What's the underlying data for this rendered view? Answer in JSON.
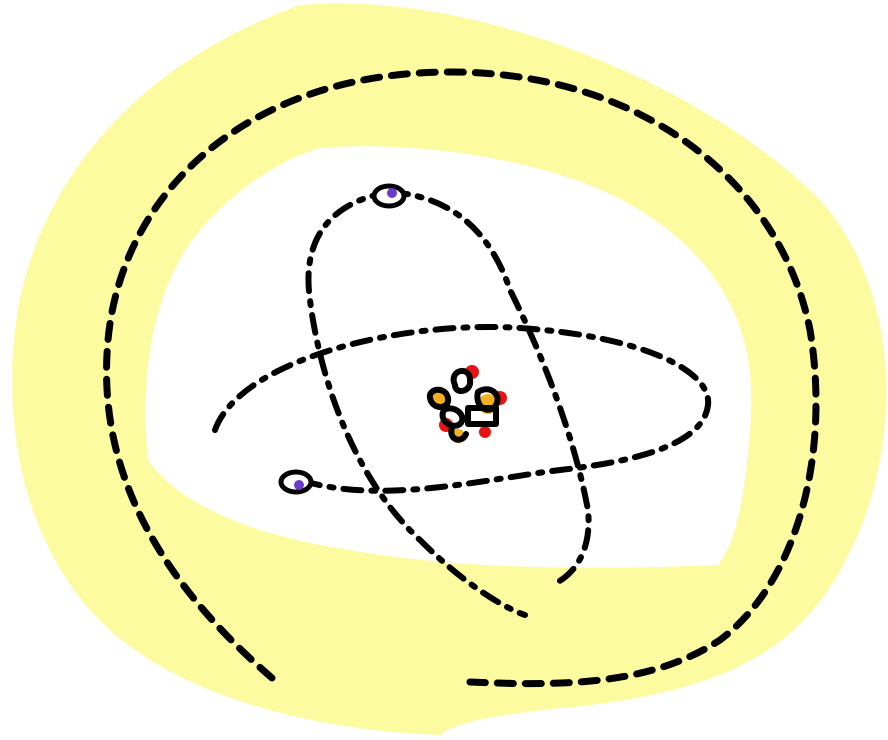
{
  "diagram": {
    "subject": "atom",
    "colors": {
      "background": "#ffffff",
      "halo": "#fdfba0",
      "outline": "#000000",
      "electron": "#6a3cc8",
      "proton": "#e81414",
      "neutron": "#f0b020"
    },
    "electron_count": 2,
    "orbit_count": 3,
    "nucleus_particle_count": 7
  }
}
